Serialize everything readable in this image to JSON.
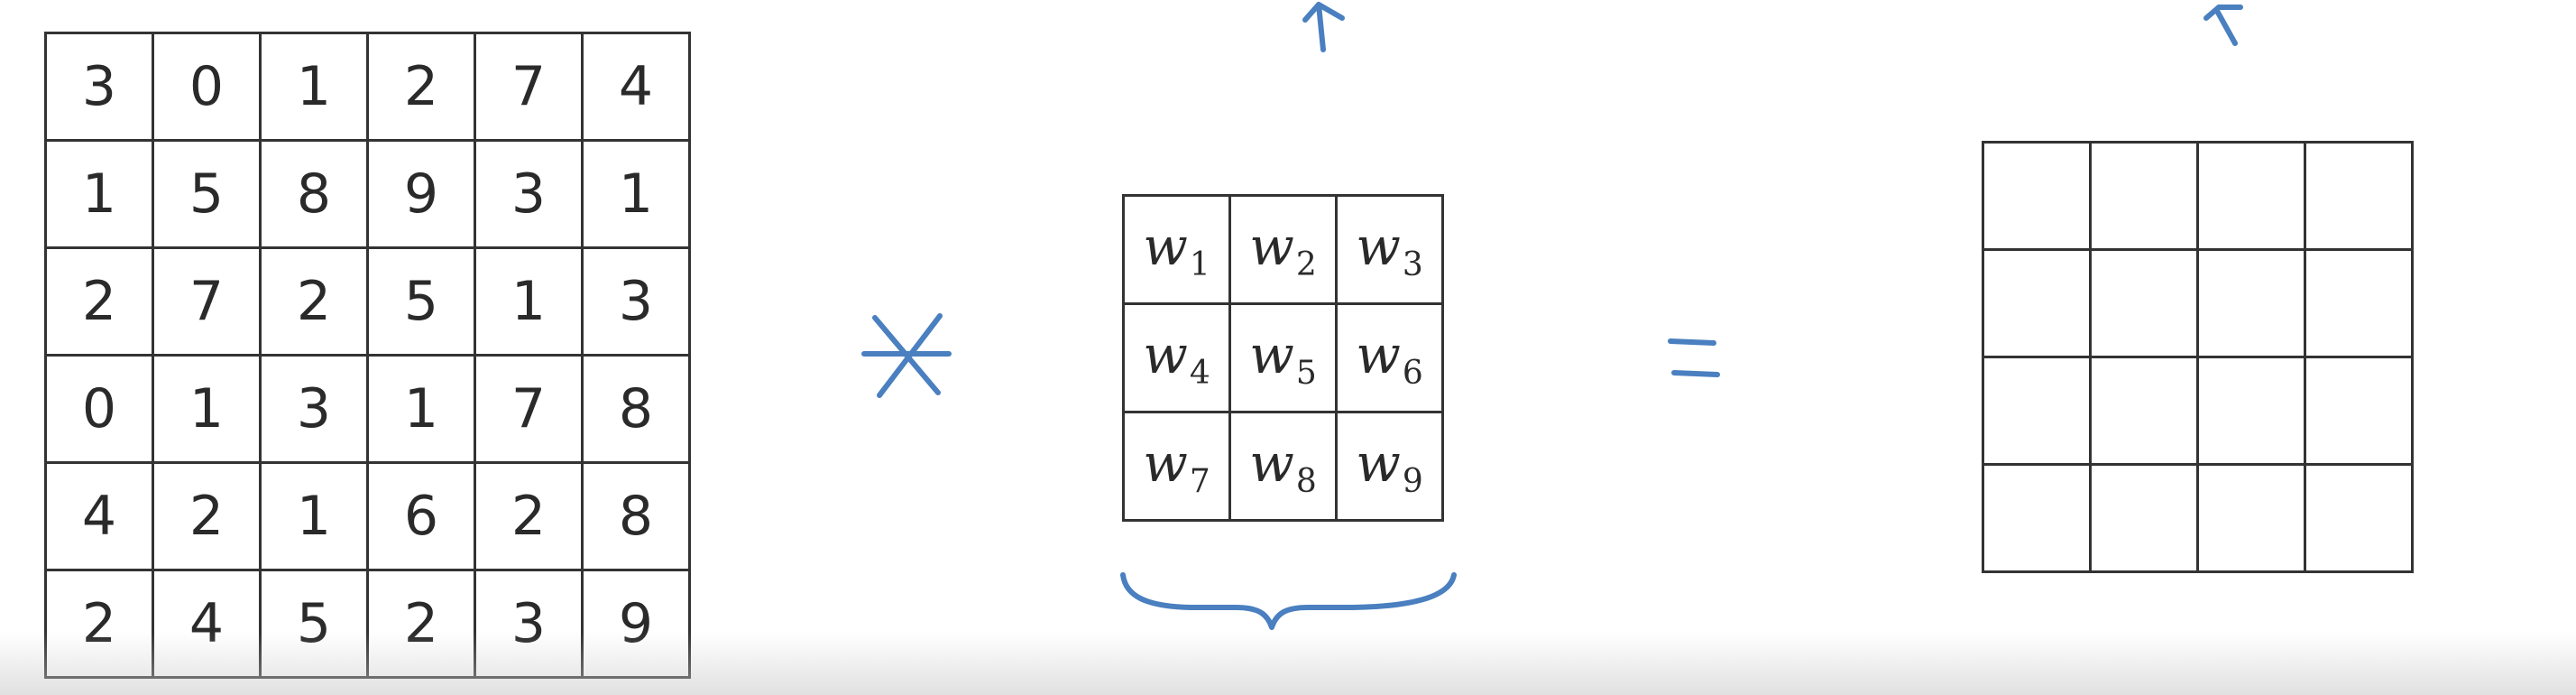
{
  "input_matrix": [
    [
      "3",
      "0",
      "1",
      "2",
      "7",
      "4"
    ],
    [
      "1",
      "5",
      "8",
      "9",
      "3",
      "1"
    ],
    [
      "2",
      "7",
      "2",
      "5",
      "1",
      "3"
    ],
    [
      "0",
      "1",
      "3",
      "1",
      "7",
      "8"
    ],
    [
      "4",
      "2",
      "1",
      "6",
      "2",
      "8"
    ],
    [
      "2",
      "4",
      "5",
      "2",
      "3",
      "9"
    ]
  ],
  "filter_matrix": [
    [
      {
        "symbol": "w",
        "sub": "1"
      },
      {
        "symbol": "w",
        "sub": "2"
      },
      {
        "symbol": "w",
        "sub": "3"
      }
    ],
    [
      {
        "symbol": "w",
        "sub": "4"
      },
      {
        "symbol": "w",
        "sub": "5"
      },
      {
        "symbol": "w",
        "sub": "6"
      }
    ],
    [
      {
        "symbol": "w",
        "sub": "7"
      },
      {
        "symbol": "w",
        "sub": "8"
      },
      {
        "symbol": "w",
        "sub": "9"
      }
    ]
  ],
  "output_matrix": {
    "rows": 4,
    "cols": 4
  },
  "colors": {
    "grid_line": "#333333",
    "ink": "#4a7fc0"
  }
}
